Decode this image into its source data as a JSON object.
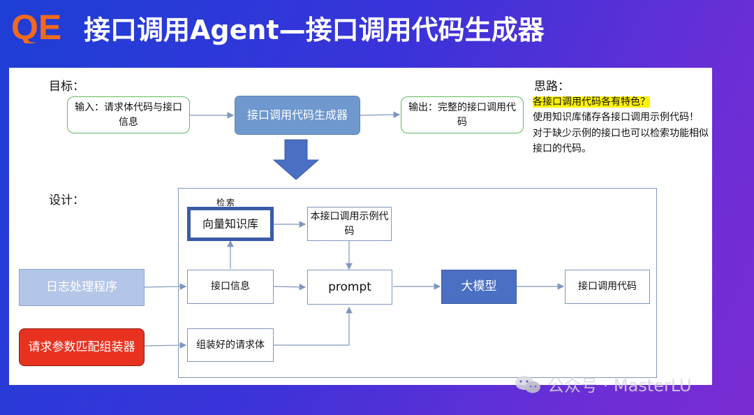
{
  "header": {
    "logo_text": "QE",
    "title": "接口调用Agent—接口调用代码生成器"
  },
  "goal": {
    "label": "目标：",
    "input": "输入：请求体代码与接口信息",
    "center": "接口调用代码生成器",
    "output": "输出：完整的接口调用代码"
  },
  "thinking": {
    "label": "思路：",
    "highlight": "各接口调用代码各有特色？",
    "lines": [
      "使用知识库储存各接口调用示例代码！",
      "对于缺少示例的接口也可以检索功能相似接口的代码。"
    ]
  },
  "design": {
    "label": "设计：",
    "search": "检索",
    "vector_db": "向量知识库",
    "example_code": "本接口调用示例代码",
    "log_processor": "日志处理程序",
    "param_assembler": "请求参数匹配组装器",
    "api_info": "接口信息",
    "assembled_body": "组装好的请求体",
    "prompt": "prompt",
    "big_model": "大模型",
    "api_code": "接口调用代码"
  },
  "watermark": {
    "text": "公众号 · MasterLU"
  },
  "colors": {
    "accent_orange": "#f26a1b",
    "central_blue": "#6f98cf",
    "model_blue": "#4a6fc3",
    "red": "#e8321f",
    "light_blue": "#b4c6e7",
    "highlight": "#fff200"
  }
}
